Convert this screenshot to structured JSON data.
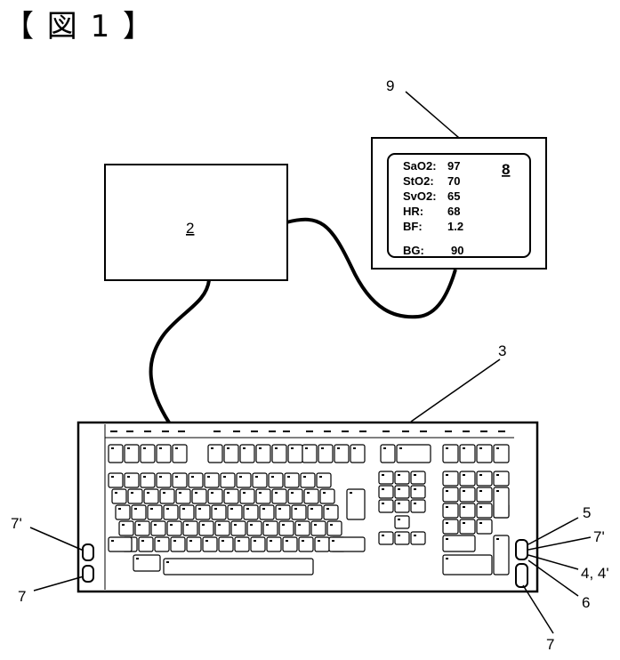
{
  "figure": {
    "title": "【 図 1 】"
  },
  "box": {
    "label": "2"
  },
  "monitor": {
    "ref": "8",
    "frame_label": "9",
    "readings": [
      {
        "label": "SaO2:",
        "value": "97"
      },
      {
        "label": "StO2:",
        "value": "70"
      },
      {
        "label": "SvO2:",
        "value": "65"
      },
      {
        "label": "HR:",
        "value": "68"
      },
      {
        "label": "BF:",
        "value": "1.2"
      }
    ],
    "bg": {
      "label": "BG:",
      "value": "90"
    }
  },
  "keyboard": {
    "label": "3"
  },
  "callouts": {
    "left_upper": "7'",
    "left_lower": "7",
    "right_5": "5",
    "right_7p": "7'",
    "right_44p": "4, 4'",
    "right_6": "6",
    "right_7": "7"
  }
}
